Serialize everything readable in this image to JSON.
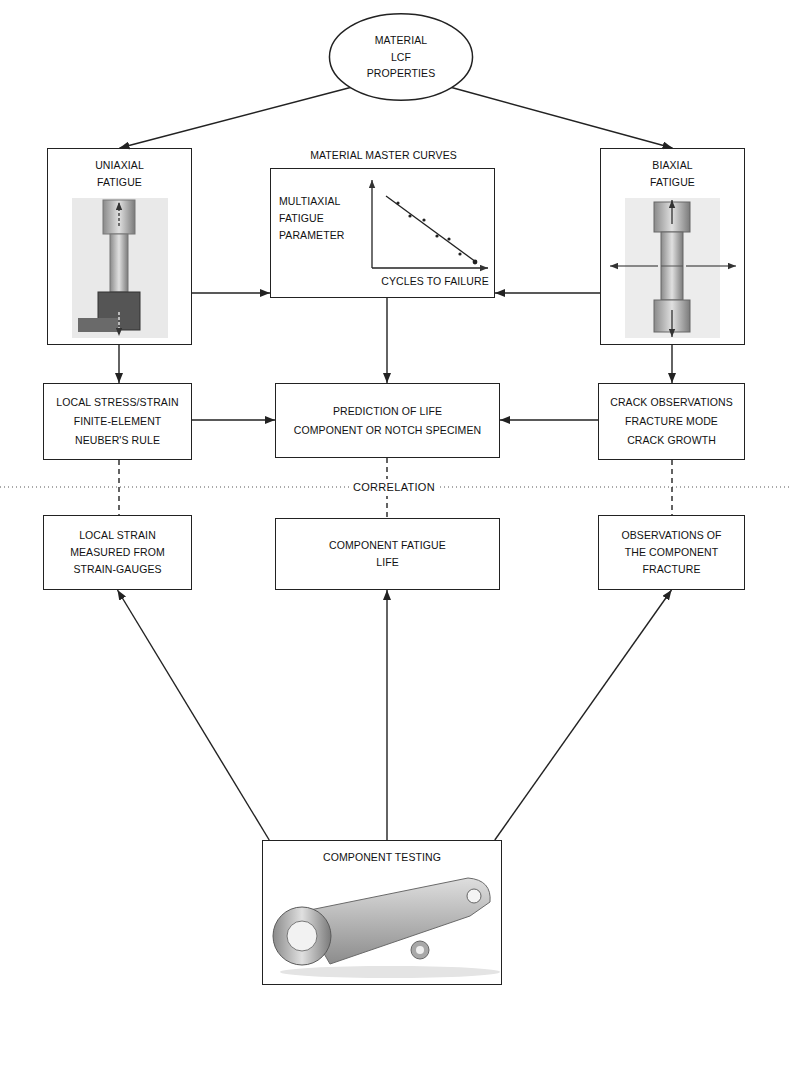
{
  "diagram": {
    "nodes": [
      {
        "text": [
          "MATERIAL LCF PROPERTIES"
        ]
      },
      {
        "text": [
          "UNIAXIAL FATIGUE"
        ]
      },
      {
        "text": [
          "MATERIAL MASTER CURVES",
          "MULTIAXIAL FATIGUE PARAMETER",
          "CYCLES TO FAILURE"
        ]
      },
      {
        "text": [
          "BIAXIAL FATIGUE"
        ]
      },
      {
        "text": [
          "LOCAL STRESS/STRAIN",
          "FINITE-ELEMENT",
          "NEUBER'S RULE"
        ]
      },
      {
        "text": [
          "PREDICTION OF LIFE",
          "COMPONENT OR NOTCH SPECIMEN"
        ]
      },
      {
        "text": [
          "CRACK OBSERVATIONS",
          "FRACTURE MODE",
          "CRACK GROWTH"
        ]
      },
      {
        "text": [
          "LOCAL STRAIN MEASURED FROM STRAIN-GAUGES"
        ]
      },
      {
        "text": [
          "COMPONENT FATIGUE LIFE"
        ]
      },
      {
        "text": [
          "OBSERVATIONS OF THE COMPONENT FRACTURE"
        ]
      },
      {
        "text": [
          "COMPONENT TESTING"
        ]
      }
    ],
    "edges": [
      {
        "from": 0,
        "to": 1,
        "arrow": "to"
      },
      {
        "from": 0,
        "to": 3,
        "arrow": "to"
      },
      {
        "from": 1,
        "to": 2,
        "arrow": "to"
      },
      {
        "from": 3,
        "to": 2,
        "arrow": "to"
      },
      {
        "from": 1,
        "to": 4,
        "arrow": "to"
      },
      {
        "from": 2,
        "to": 5,
        "arrow": "to"
      },
      {
        "from": 3,
        "to": 6,
        "arrow": "to"
      },
      {
        "from": 4,
        "to": 5,
        "arrow": "to"
      },
      {
        "from": 6,
        "to": 5,
        "arrow": "to"
      },
      {
        "from": 4,
        "to": 7,
        "arrow": "none"
      },
      {
        "from": 5,
        "to": 8,
        "arrow": "none"
      },
      {
        "from": 6,
        "to": 9,
        "arrow": "none"
      },
      {
        "from": 10,
        "to": 7,
        "arrow": "to"
      },
      {
        "from": 10,
        "to": 8,
        "arrow": "to"
      },
      {
        "from": 10,
        "to": 9,
        "arrow": "to"
      }
    ],
    "labels": [
      "CORRELATION"
    ]
  }
}
